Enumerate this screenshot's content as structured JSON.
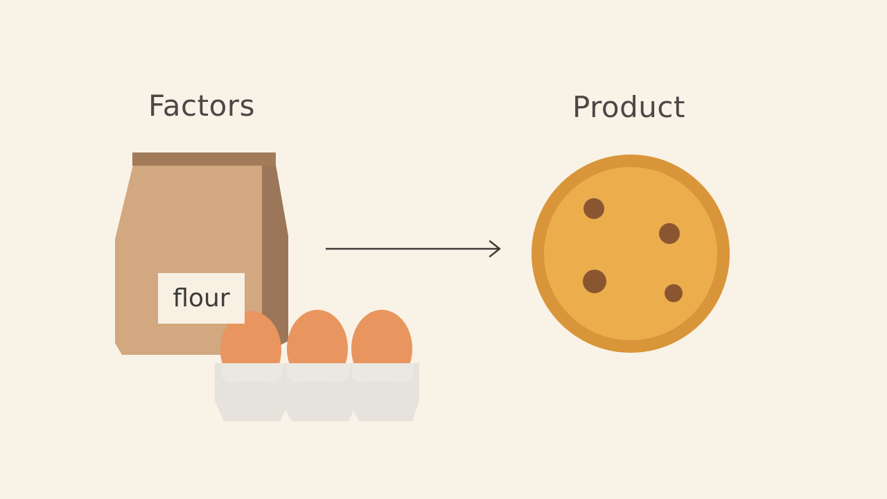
{
  "headings": {
    "factors": "Factors",
    "product": "Product"
  },
  "bag": {
    "label": "flour"
  },
  "icons": {
    "bag": "flour-bag-icon",
    "eggs": "egg-carton-icon",
    "arrow": "right-arrow-icon",
    "cookie": "cookie-icon"
  },
  "colors": {
    "background": "#f9f2e7",
    "bag_front": "#d2a880",
    "bag_side": "#9b7658",
    "bag_top": "#a27b59",
    "egg": "#e9955f",
    "carton": "#e6e2dc",
    "cookie_rim": "#d99539",
    "cookie_face": "#ecae4c",
    "chips": "#8a5631",
    "text": "#4a4846"
  }
}
